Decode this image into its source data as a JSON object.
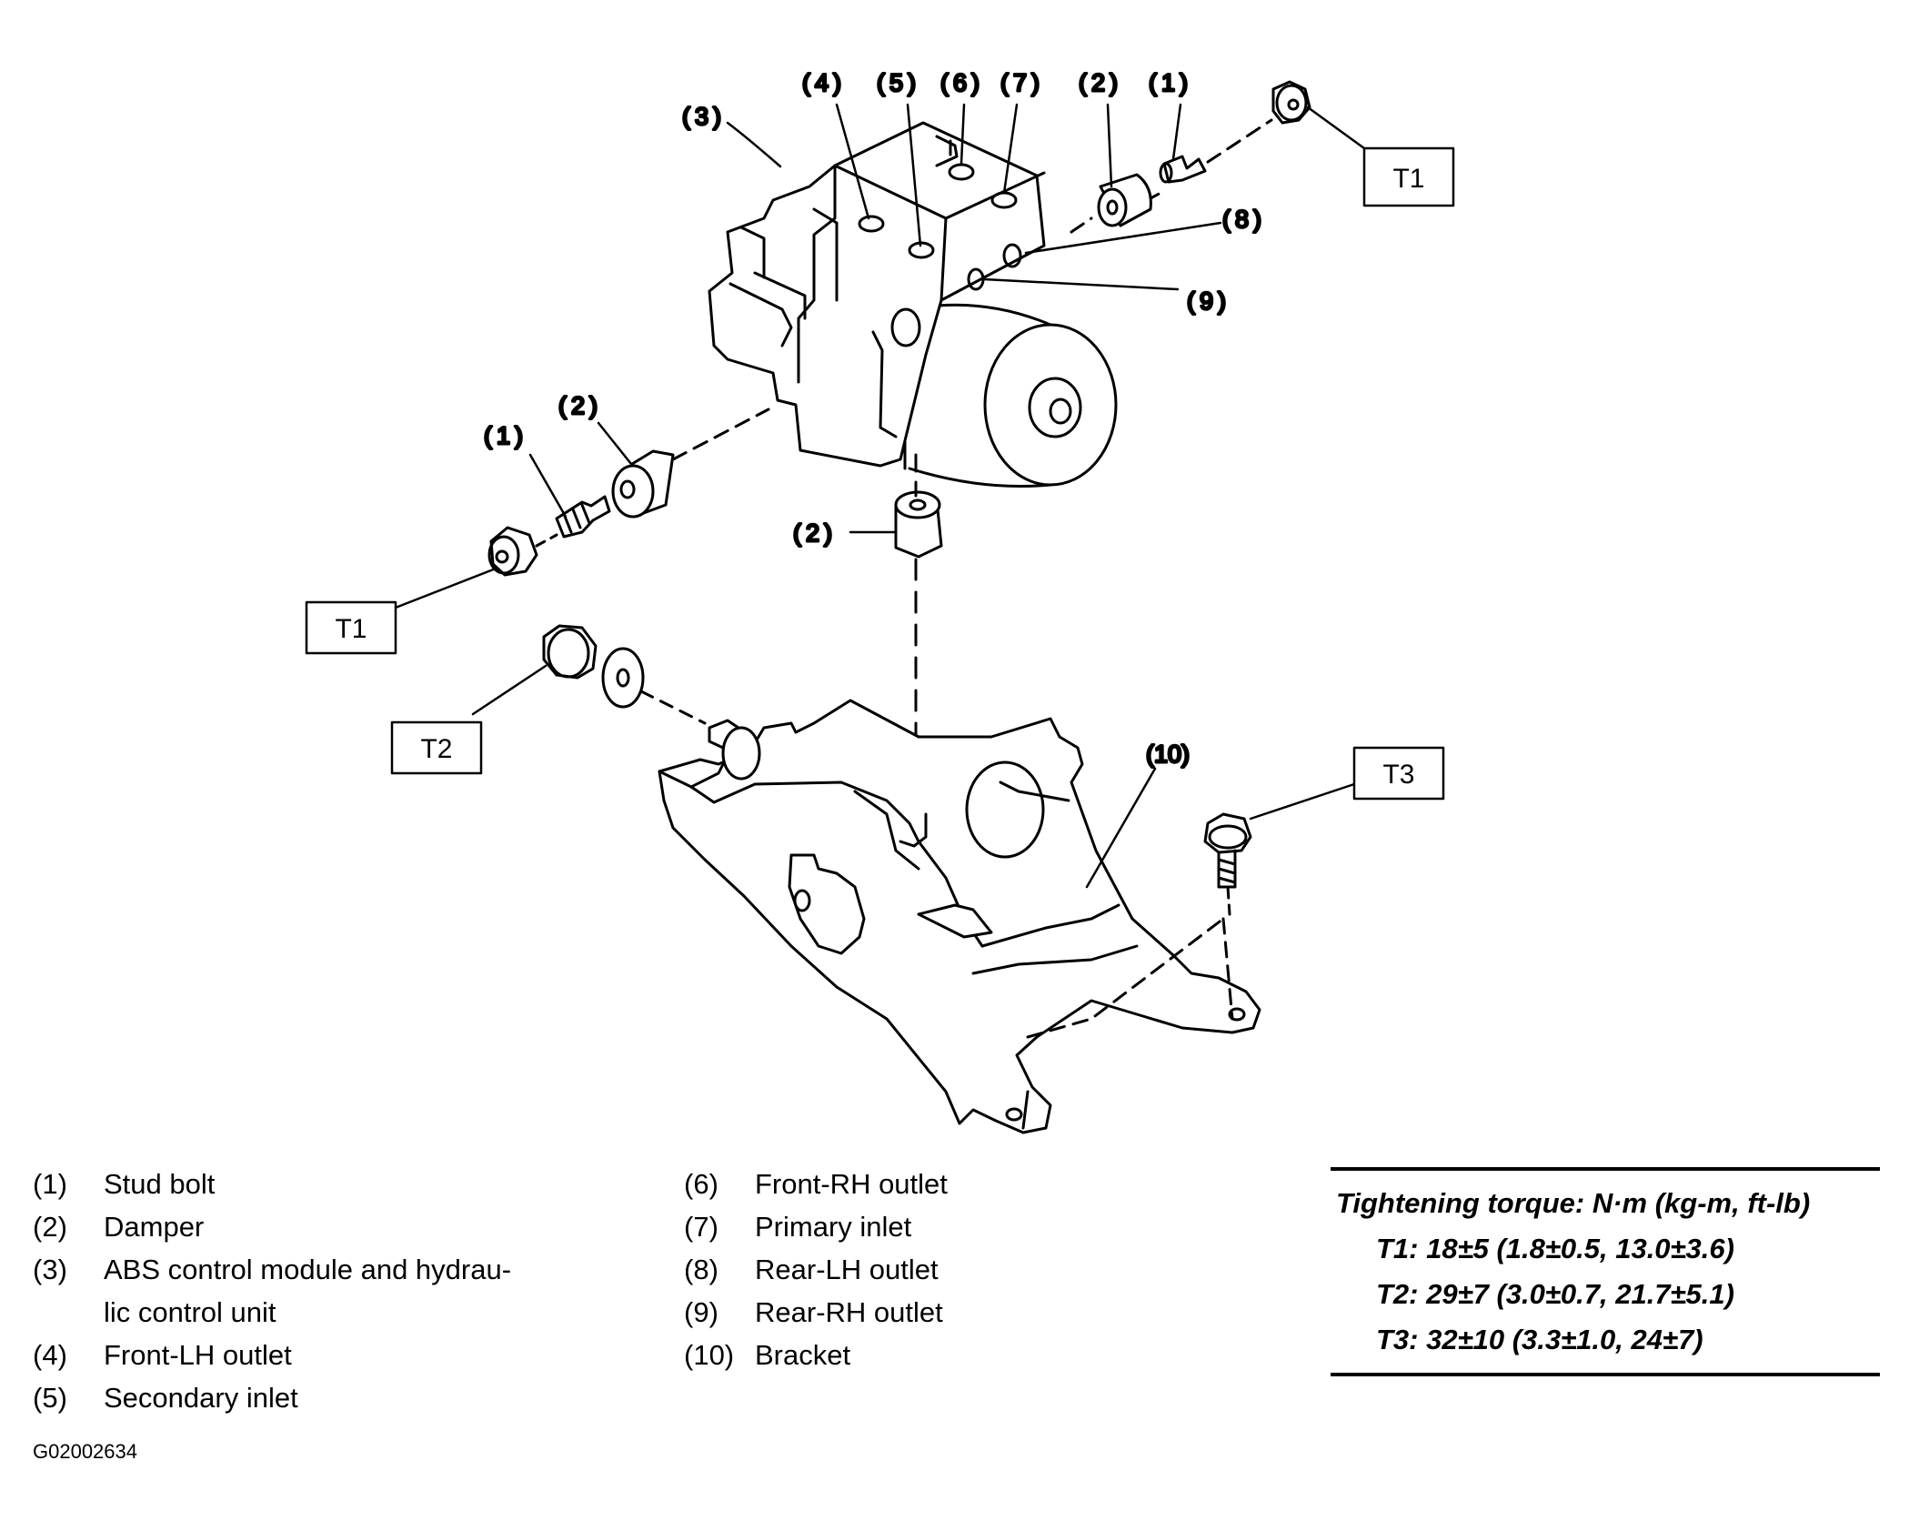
{
  "callouts": {
    "c1_top": "(1)",
    "c2_top": "(2)",
    "c3": "(3)",
    "c4": "(4)",
    "c5": "(5)",
    "c6": "(6)",
    "c7": "(7)",
    "c8": "(8)",
    "c9": "(9)",
    "c10": "(10)",
    "c1_left": "(1)",
    "c2_left": "(2)",
    "c2_mid": "(2)"
  },
  "torque_tags": {
    "t1_top": "T1",
    "t1_left": "T1",
    "t2": "T2",
    "t3": "T3"
  },
  "legend": {
    "left": [
      {
        "num": "(1)",
        "text": "Stud bolt"
      },
      {
        "num": "(2)",
        "text": "Damper"
      },
      {
        "num": "(3)",
        "text": "ABS control module and hydrau-"
      },
      {
        "num": "",
        "text": "lic control unit"
      },
      {
        "num": "(4)",
        "text": "Front-LH outlet"
      },
      {
        "num": "(5)",
        "text": "Secondary inlet"
      }
    ],
    "right": [
      {
        "num": "(6)",
        "text": "Front-RH outlet"
      },
      {
        "num": "(7)",
        "text": "Primary inlet"
      },
      {
        "num": "(8)",
        "text": "Rear-LH outlet"
      },
      {
        "num": "(9)",
        "text": "Rear-RH outlet"
      },
      {
        "num": "(10)",
        "text": "Bracket"
      }
    ]
  },
  "torque": {
    "title": "Tightening torque: N·m (kg-m, ft-lb)",
    "lines": [
      "T1: 18±5 (1.8±0.5, 13.0±3.6)",
      "T2: 29±7 (3.0±0.7, 21.7±5.1)",
      "T3: 32±10 (3.3±1.0, 24±7)"
    ]
  },
  "figure_id": "G02002634"
}
